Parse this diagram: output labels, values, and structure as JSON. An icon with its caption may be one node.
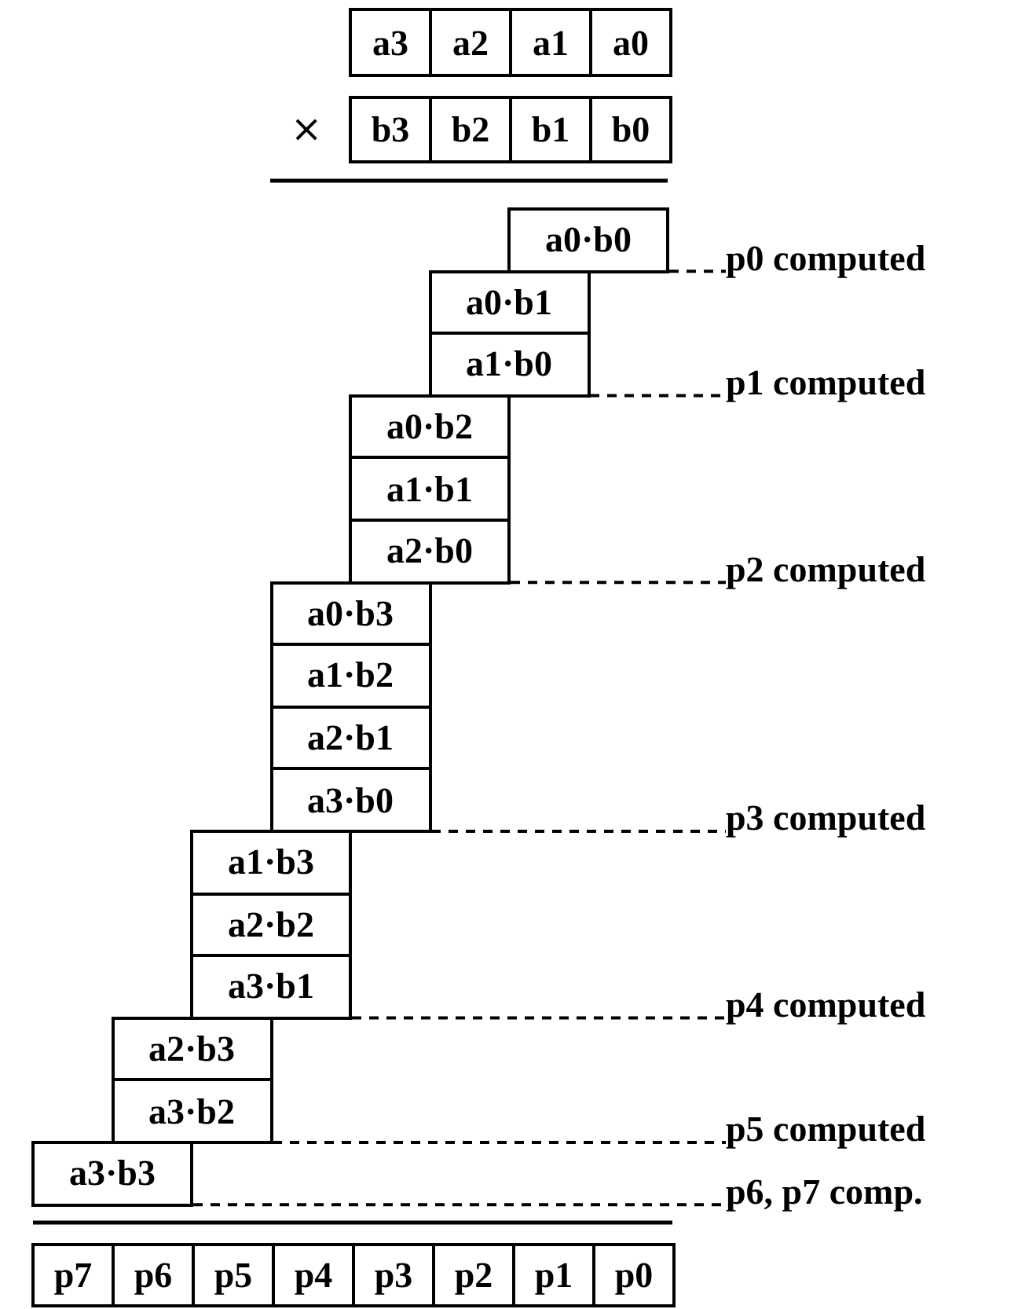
{
  "diagram": {
    "nodes": [
      {
        "text": [
          "a3"
        ]
      },
      {
        "text": [
          "a2"
        ]
      },
      {
        "text": [
          "a1"
        ]
      },
      {
        "text": [
          "a0"
        ]
      },
      {
        "text": [
          "b3"
        ]
      },
      {
        "text": [
          "b2"
        ]
      },
      {
        "text": [
          "b1"
        ]
      },
      {
        "text": [
          "b0"
        ]
      },
      {
        "text": [
          "a0·b0"
        ]
      },
      {
        "text": [
          "p0 computed"
        ]
      },
      {
        "text": [
          "a0·b1"
        ]
      },
      {
        "text": [
          "a1·b0"
        ]
      },
      {
        "text": [
          "p1 computed"
        ]
      },
      {
        "text": [
          "a0·b2"
        ]
      },
      {
        "text": [
          "a1·b1"
        ]
      },
      {
        "text": [
          "a2·b0"
        ]
      },
      {
        "text": [
          "p2 computed"
        ]
      },
      {
        "text": [
          "a0·b3"
        ]
      },
      {
        "text": [
          "a1·b2"
        ]
      },
      {
        "text": [
          "a2·b1"
        ]
      },
      {
        "text": [
          "a3·b0"
        ]
      },
      {
        "text": [
          "p3 computed"
        ]
      },
      {
        "text": [
          "a1·b3"
        ]
      },
      {
        "text": [
          "a2·b2"
        ]
      },
      {
        "text": [
          "a3·b1"
        ]
      },
      {
        "text": [
          "p4 computed"
        ]
      },
      {
        "text": [
          "a2·b3"
        ]
      },
      {
        "text": [
          "a3·b2"
        ]
      },
      {
        "text": [
          "p5 computed"
        ]
      },
      {
        "text": [
          "a3·b3"
        ]
      },
      {
        "text": [
          "p6, p7 comp."
        ]
      },
      {
        "text": [
          "p7"
        ]
      },
      {
        "text": [
          "p6"
        ]
      },
      {
        "text": [
          "p5"
        ]
      },
      {
        "text": [
          "p4"
        ]
      },
      {
        "text": [
          "p3"
        ]
      },
      {
        "text": [
          "p2"
        ]
      },
      {
        "text": [
          "p1"
        ]
      },
      {
        "text": [
          "p0"
        ]
      }
    ],
    "edges": [
      {
        "from": 8,
        "to": 9,
        "arrow": "none",
        "style": "dashed"
      },
      {
        "from": 11,
        "to": 12,
        "arrow": "none",
        "style": "dashed"
      },
      {
        "from": 15,
        "to": 16,
        "arrow": "none",
        "style": "dashed"
      },
      {
        "from": 20,
        "to": 21,
        "arrow": "none",
        "style": "dashed"
      },
      {
        "from": 24,
        "to": 25,
        "arrow": "none",
        "style": "dashed"
      },
      {
        "from": 27,
        "to": 28,
        "arrow": "none",
        "style": "dashed"
      },
      {
        "from": 29,
        "to": 30,
        "arrow": "none",
        "style": "dashed"
      }
    ],
    "labels": [
      "×"
    ]
  }
}
